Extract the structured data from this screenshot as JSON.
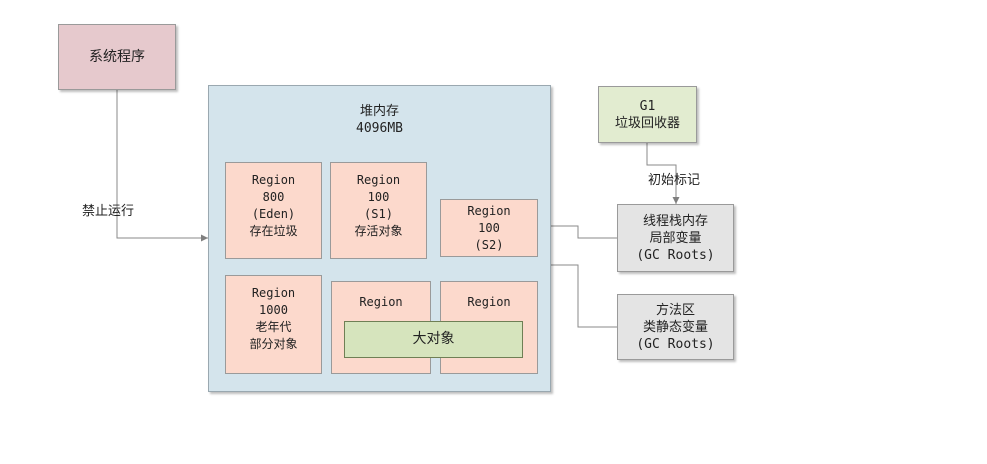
{
  "system_program": "系统程序",
  "heap": {
    "title": "堆内存",
    "size": "4096MB"
  },
  "regions": {
    "eden": {
      "name": "Region",
      "size": "800",
      "tag": "(Eden)",
      "desc": "存在垃圾"
    },
    "s1": {
      "name": "Region",
      "size": "100",
      "tag": "(S1)",
      "desc": "存活对象"
    },
    "s2": {
      "name": "Region",
      "size": "100",
      "tag": "(S2)"
    },
    "old": {
      "name": "Region",
      "size": "1000",
      "tag": "老年代",
      "desc": "部分对象"
    },
    "r5": {
      "name": "Region"
    },
    "r6": {
      "name": "Region"
    }
  },
  "large_object": "大对象",
  "g1": {
    "line1": "G1",
    "line2": "垃圾回收器"
  },
  "initial_mark": "初始标记",
  "stop_running": "禁止运行",
  "stack_vars": {
    "line1": "线程栈内存",
    "line2": "局部变量",
    "line3": "(GC Roots)"
  },
  "method_area": {
    "line1": "方法区",
    "line2": "类静态变量",
    "line3": "(GC Roots)"
  },
  "colors": {
    "system_program": "#e6c9cd",
    "heap": "#d4e4ec",
    "region": "#fcd9cc",
    "large_object": "#d6e4bd",
    "g1": "#e2ecd0",
    "gc_roots": "#e4e4e4",
    "connector": "#7f7f7f"
  }
}
